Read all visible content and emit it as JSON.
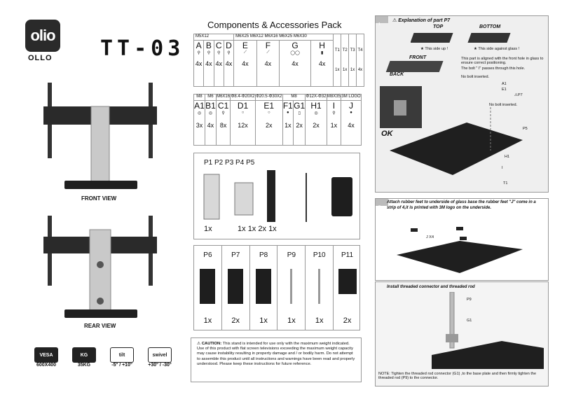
{
  "brand": {
    "logo_text": "olio",
    "name": "OLLO",
    "model": "TT-03"
  },
  "views": {
    "front": "FRONT VIEW",
    "rear": "REAR VIEW"
  },
  "specs": [
    {
      "icon_text": "VESA",
      "label": "600X400"
    },
    {
      "icon_text": "KG",
      "label": "35KG"
    },
    {
      "icon_text": "tilt",
      "label": "-5° / +10°"
    },
    {
      "icon_text": "swivel",
      "label": "+30° / -30°"
    }
  ],
  "components_title": "Components & Accessories Pack",
  "table1": {
    "headers": [
      "M5X12",
      "M6X25",
      "M6X12",
      "M6X16",
      "M6X25",
      "M6X30",
      "T1",
      "T2",
      "T3",
      "T4"
    ],
    "letters": [
      "A",
      "B",
      "C",
      "D",
      "E",
      "F",
      "G",
      "H"
    ],
    "counts": [
      "4x",
      "4x",
      "4x",
      "4x",
      "4x",
      "4x",
      "4x",
      "4x"
    ],
    "t_counts": [
      "1x",
      "1x",
      "1x",
      "4x"
    ]
  },
  "table2": {
    "headers": [
      "M8",
      "M6",
      "M6X16",
      "Φ8.4-Φ20X2",
      "Φ20.5-Φ30X2",
      "M8",
      "Φ12X-Φ32",
      "M8X35",
      "3M LOGO"
    ],
    "letters": [
      "A1",
      "B1",
      "C1",
      "D1",
      "E1",
      "F1",
      "G1",
      "H1",
      "I",
      "J"
    ],
    "counts": [
      "3x",
      "4x",
      "8x",
      "12x",
      "2x",
      "1x",
      "2x",
      "2x",
      "1x",
      "4x"
    ]
  },
  "box3": {
    "labels": [
      "P1",
      "P2",
      "P3",
      "P4",
      "P5"
    ],
    "counts": [
      "1x",
      "1x",
      "1x",
      "2x",
      "1x"
    ]
  },
  "box4": {
    "labels": [
      "P6",
      "P7",
      "P8",
      "P9",
      "P10",
      "P11"
    ],
    "counts": [
      "1x",
      "2x",
      "1x",
      "1x",
      "1x",
      "2x"
    ]
  },
  "caution": {
    "title": "CAUTION:",
    "text": "This stand is intended for use only with the maximum weight indicated. Use of this product with flat screen televisions exceeding the maximum weight capacity may cause instability resulting in property damage and / or bodily harm. Do not attempt to assemble this product until all instructions and warnings have been read and properly understood. Please keep these instructions for future reference."
  },
  "step1": {
    "number": "1",
    "title": "Explanation of part P7",
    "top": "TOP",
    "bottom": "BOTTOM",
    "side_up": "This side up !",
    "side_glass": "This side against glass !",
    "front": "FRONT",
    "back": "BACK",
    "note1": "This part is aligned with the front hole in glass to ensure correct positioning.",
    "note2": "The bolt \" I\" passes through this hole.",
    "no_bolt": "No bolt inserted.",
    "no_bolt2": "No bolt inserted.",
    "ok": "OK",
    "labels": {
      "a1": "A1",
      "e1": "E1",
      "p7": "P7",
      "p5": "P5",
      "h1": "H1",
      "i": "I",
      "t1": "T1"
    }
  },
  "step2": {
    "number": "2",
    "title": "Attach rubber feet to underside of glass base the rubber feet \"J\" come in a strip of 4,it is printed with 3M logo on the underside.",
    "j_label": "J X4",
    "subtitle": "Install threaded connector and threaded rod",
    "p9": "P9",
    "g1": "G1",
    "note": "NOTE: Tighten the threaded rod connector (G1) ,to the base plate and then firmly tighten the threaded rod (P9) to the connector."
  }
}
